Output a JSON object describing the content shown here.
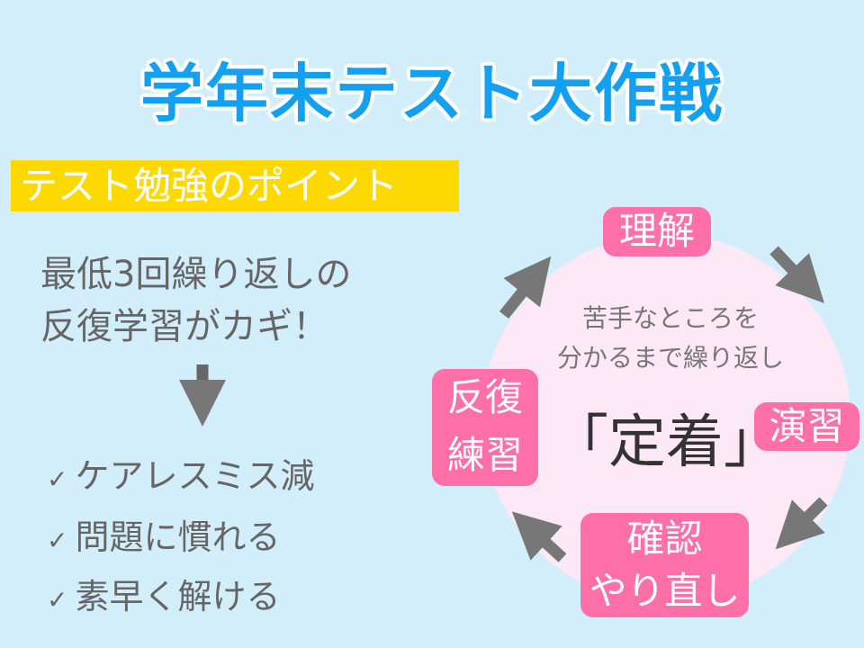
{
  "title": "学年末テスト大作戦",
  "point_header": "テスト勉強のポイント",
  "lead": [
    "最低3回繰り返しの",
    "反復学習がカギ！"
  ],
  "benefits": [
    {
      "mark": "✓",
      "text": "ケアレスミス減"
    },
    {
      "mark": "✓",
      "text": "問題に慣れる"
    },
    {
      "mark": "✓",
      "text": "素早く解ける"
    }
  ],
  "cycle": {
    "center_note": [
      "苦手なところを",
      "分かるまで繰り返し"
    ],
    "center": "「定着」",
    "steps": {
      "understand": "理解",
      "exercise": "演習",
      "check": [
        "確認",
        "やり直し"
      ],
      "repeat": [
        "反復",
        "練習"
      ]
    }
  },
  "colors": {
    "background": "#d2eefa",
    "title": "#14a0f0",
    "highlight": "#fdd900",
    "pink": "#ff6fa8",
    "circle": "#fde8f6",
    "arrow": "#777777"
  }
}
